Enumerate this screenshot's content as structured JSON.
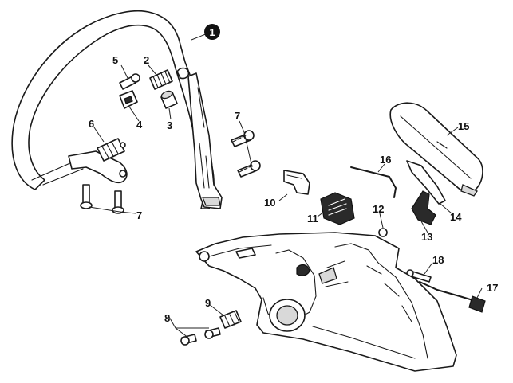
{
  "callouts": {
    "c1": "1",
    "c2": "2",
    "c3": "3",
    "c4": "4",
    "c5": "5",
    "c6": "6",
    "c7a": "7",
    "c7b": "7",
    "c8": "8",
    "c9": "9",
    "c10": "10",
    "c11": "11",
    "c12": "12",
    "c13": "13",
    "c14": "14",
    "c15": "15",
    "c16": "16",
    "c17": "17",
    "c18": "18"
  }
}
